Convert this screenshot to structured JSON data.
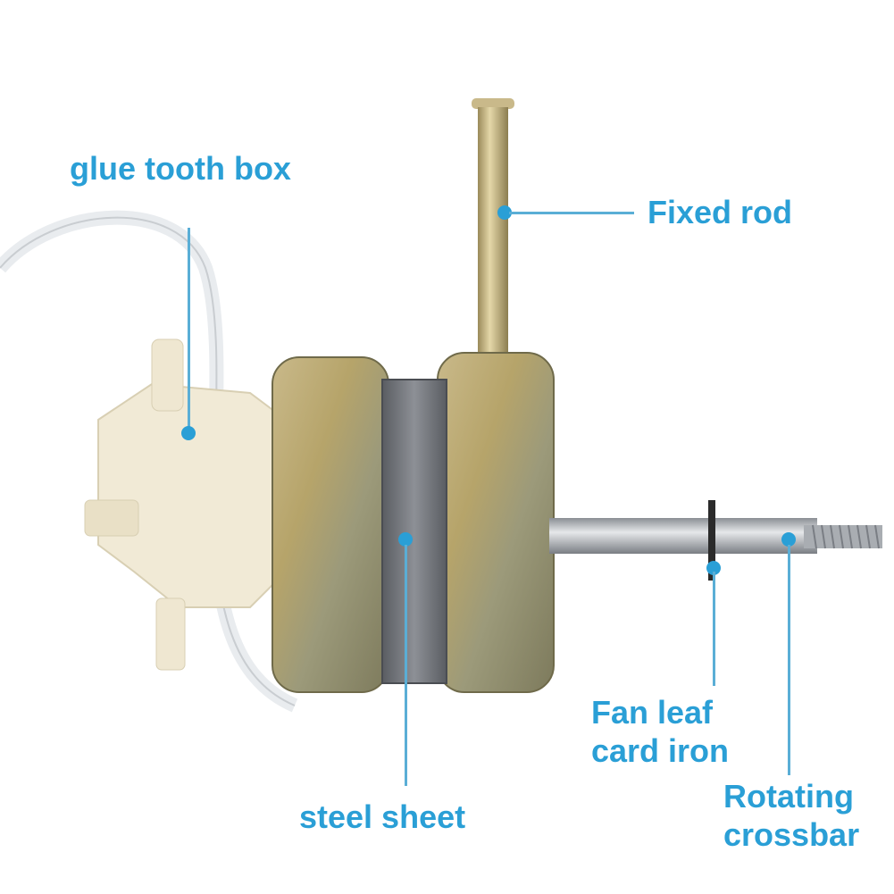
{
  "figure": {
    "subject": "fan motor",
    "accent_color": "#2a9fd6",
    "labels": [
      {
        "id": "glue-tooth-box",
        "text": "glue tooth box"
      },
      {
        "id": "fixed-rod",
        "text": "Fixed rod"
      },
      {
        "id": "steel-sheet",
        "text": "steel sheet"
      },
      {
        "id": "fan-leaf-card-iron",
        "line1": "Fan leaf",
        "line2": "card iron"
      },
      {
        "id": "rotating-crossbar",
        "line1": "Rotating",
        "line2": "crossbar"
      }
    ]
  }
}
